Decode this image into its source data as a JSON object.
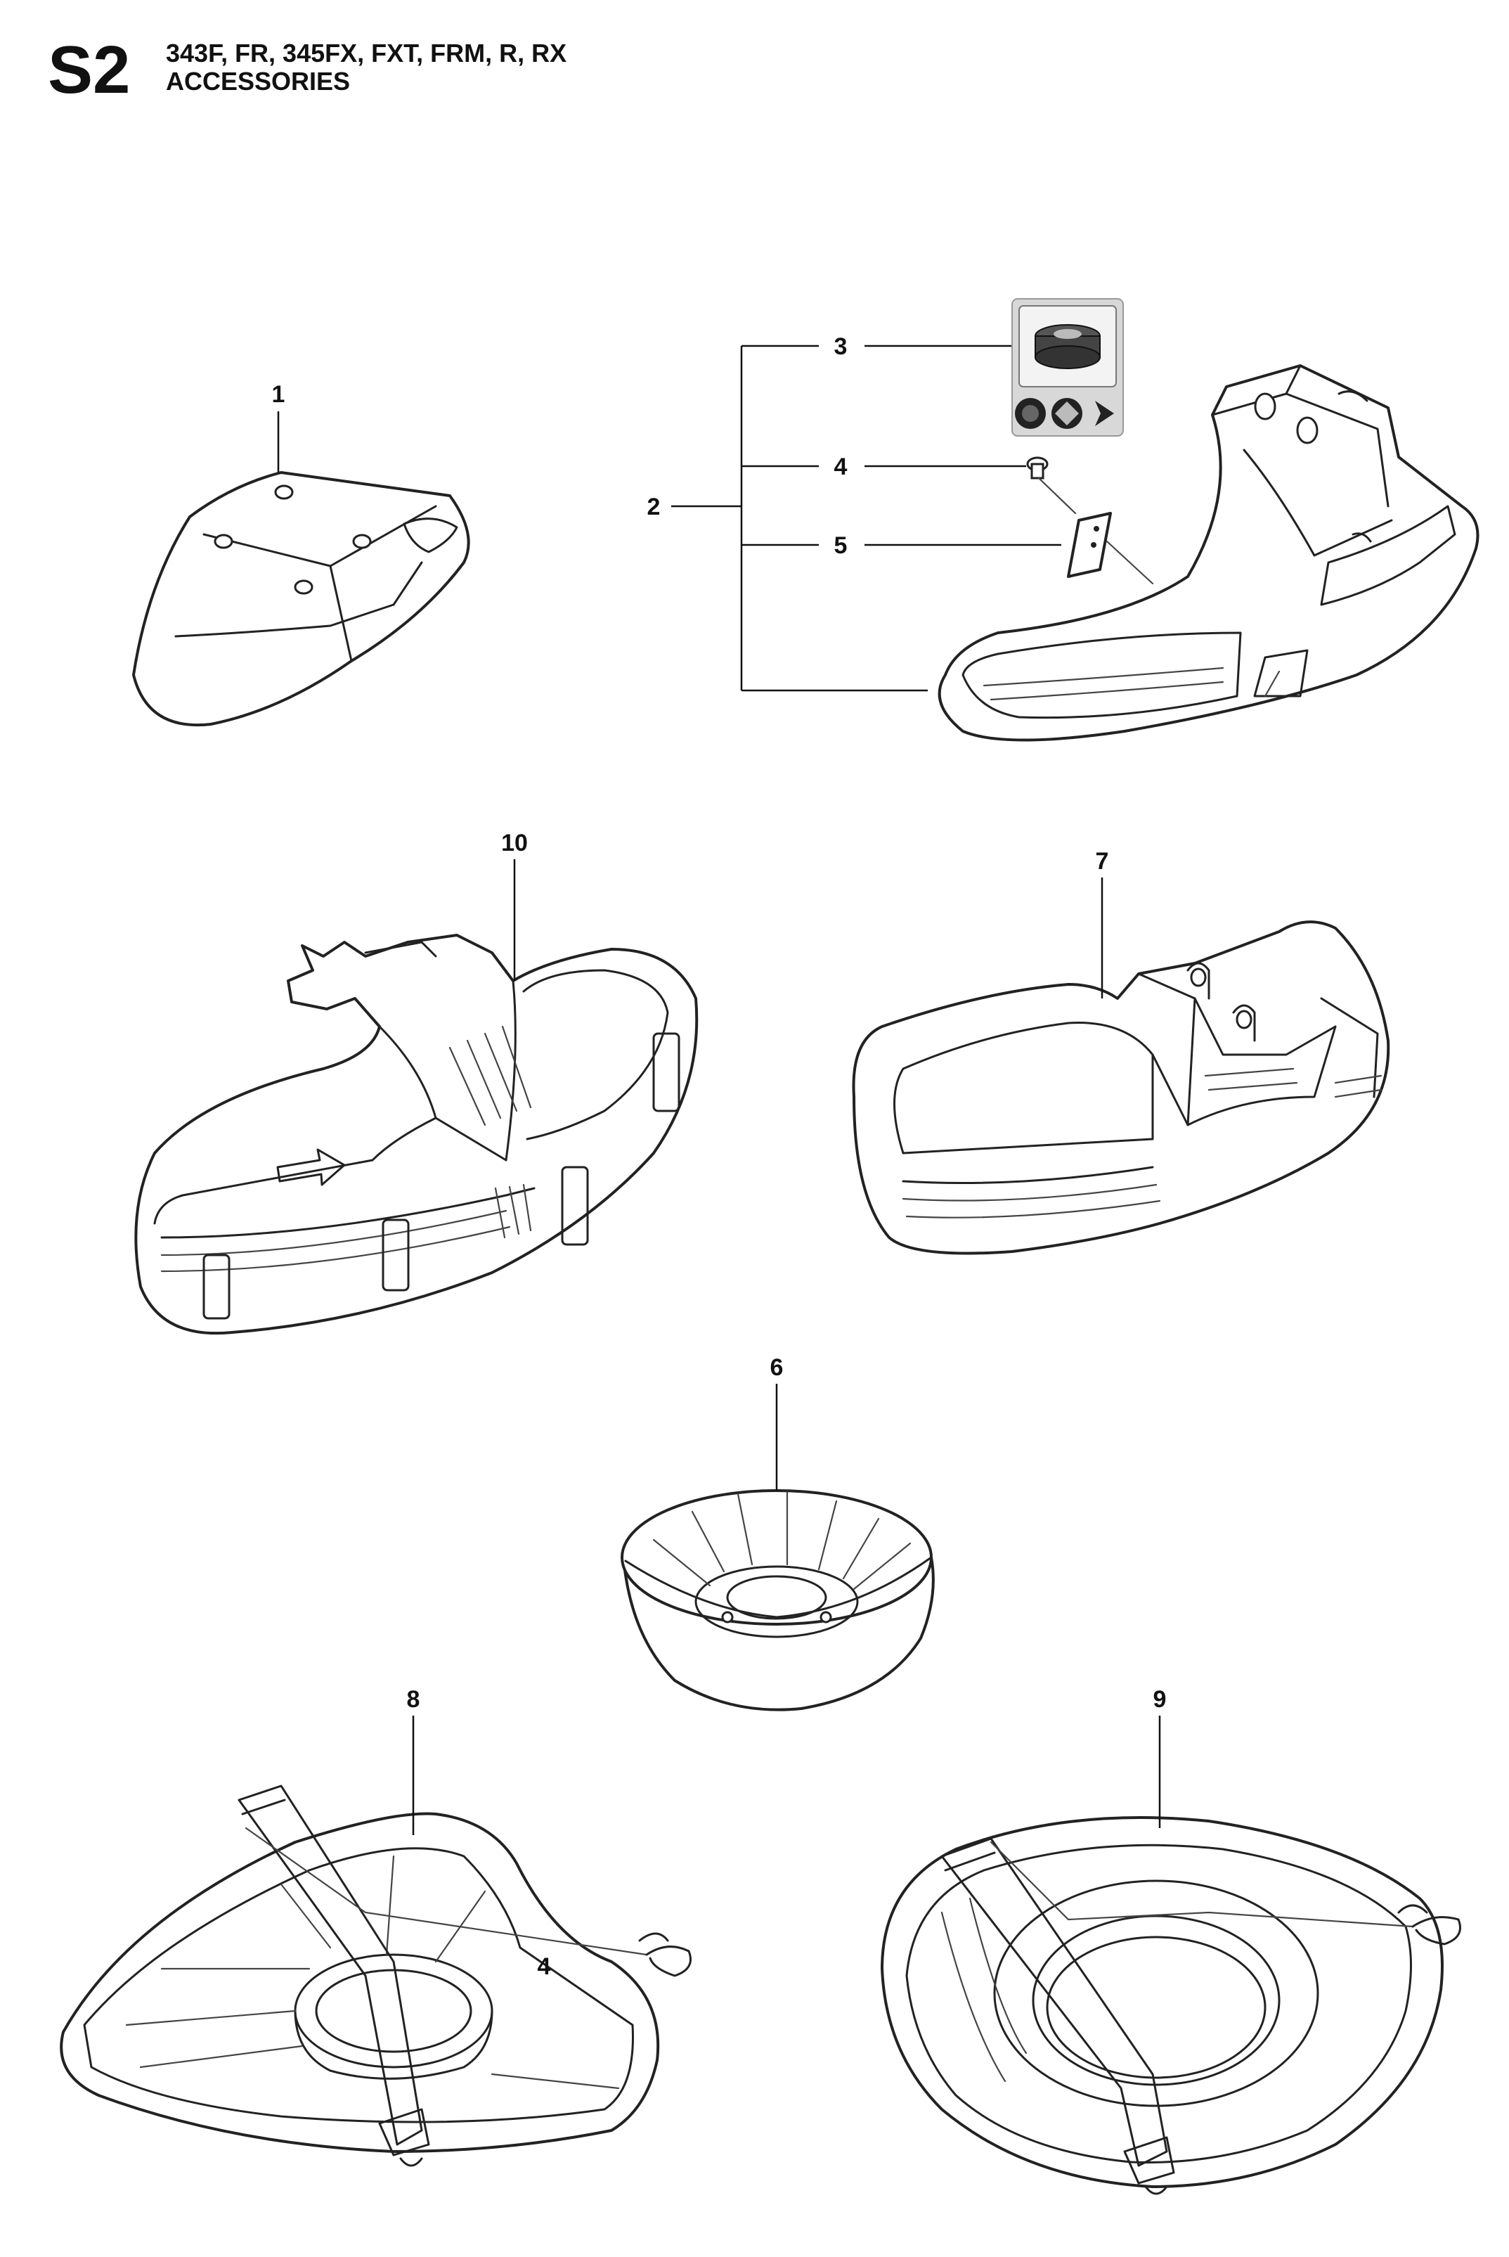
{
  "header": {
    "section_code": "S2",
    "models": "343F, FR, 345FX, FXT, FRM, R, RX",
    "section_title": "ACCESSORIES"
  },
  "callouts": [
    "1",
    "2",
    "3",
    "4",
    "5",
    "10",
    "7",
    "6",
    "8",
    "9",
    "4"
  ],
  "icons": [
    "trimmer-head-icon",
    "spool-icon",
    "blade-square-icon",
    "triangle-blade-icon"
  ]
}
